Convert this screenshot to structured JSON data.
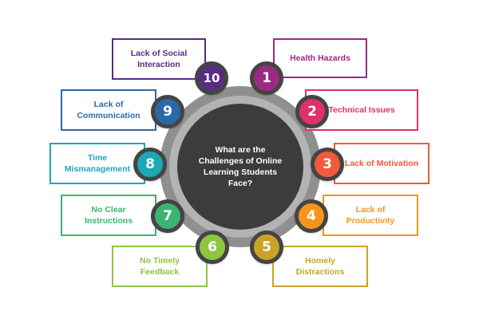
{
  "center": {
    "title": "What are the\nChallenges of Online\nLearning Students Face?"
  },
  "challenges": [
    {
      "number": "1",
      "label": "Health Hazards",
      "color": "#9c2a84"
    },
    {
      "number": "2",
      "label": "Technical Issues",
      "color": "#e1306c"
    },
    {
      "number": "3",
      "label": "Lack of Motivation",
      "color": "#f15a3a"
    },
    {
      "number": "4",
      "label": "Lack of Productivity",
      "color": "#f7941d"
    },
    {
      "number": "5",
      "label": "Homely Distractions",
      "color": "#c9a227"
    },
    {
      "number": "6",
      "label": "No Timely Feedback",
      "color": "#8dc63f"
    },
    {
      "number": "7",
      "label": "No Clear Instructions",
      "color": "#3cb371"
    },
    {
      "number": "8",
      "label": "Time\nMismanagement",
      "color": "#1ba9b5"
    },
    {
      "number": "9",
      "label": "Lack of\nCommunication",
      "color": "#2b6aa8"
    },
    {
      "number": "10",
      "label": "Lack of Social\nInteraction",
      "color": "#5b2a86"
    }
  ]
}
